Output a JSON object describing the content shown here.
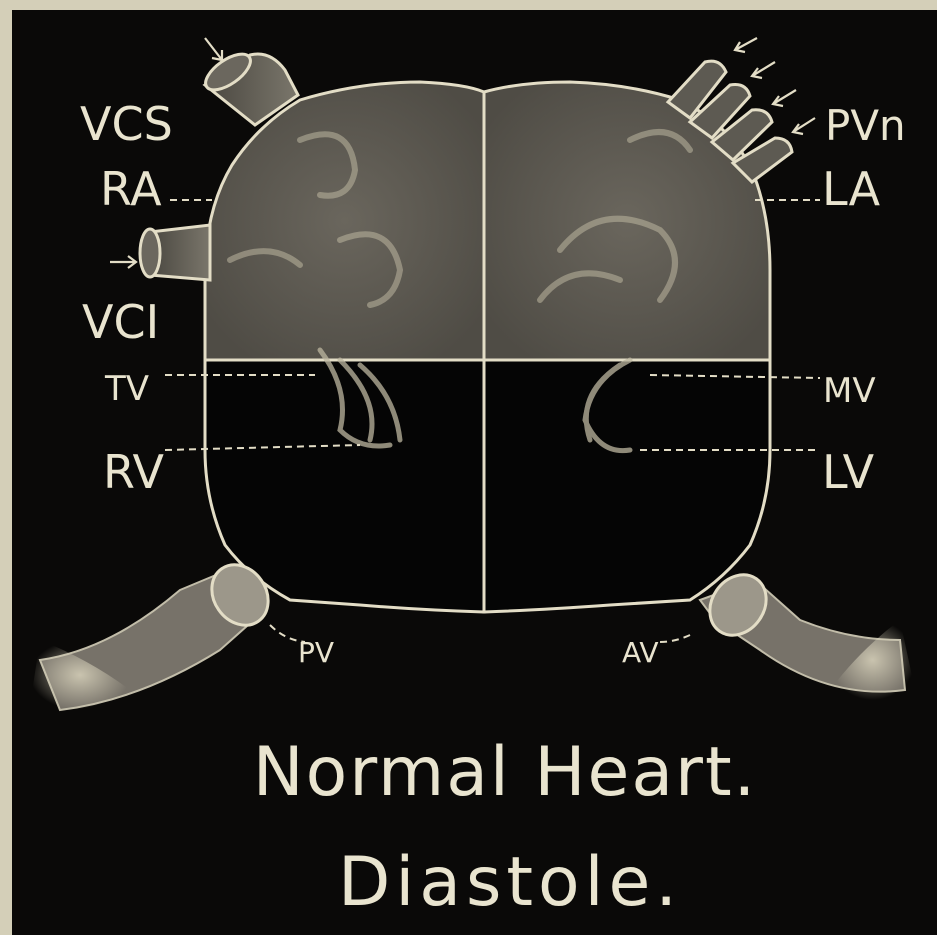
{
  "diagram": {
    "title_line1": "Normal Heart.",
    "title_line2": "Diastole.",
    "labels": {
      "vcs": "VCS",
      "ra": "RA",
      "vci": "VCI",
      "tv": "TV",
      "rv": "RV",
      "pvn": "PVn",
      "la": "LA",
      "mv": "MV",
      "lv": "LV",
      "pv": "PV",
      "av": "AV"
    }
  },
  "colors": {
    "background": "#0a0908",
    "atrium_fill": "#5d5a52",
    "outline": "#e3ddc6",
    "text": "#e9e4cf"
  }
}
